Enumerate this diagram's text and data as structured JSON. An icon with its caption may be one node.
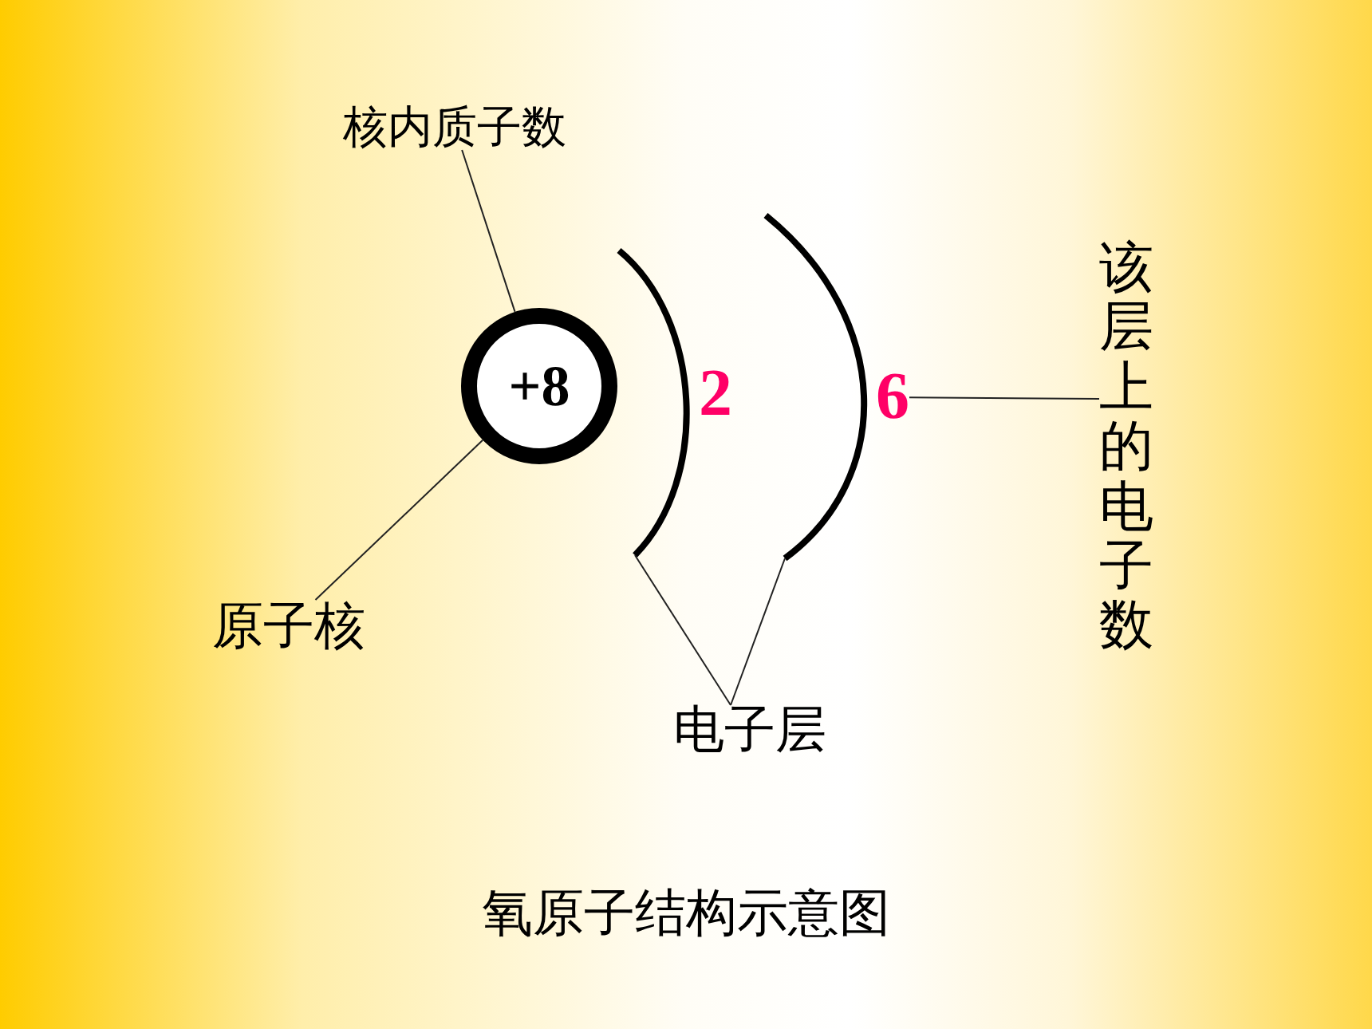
{
  "diagram": {
    "caption": "氧原子结构示意图",
    "nodes": [
      {
        "text": [
          "核内质子数"
        ]
      },
      {
        "text": [
          "+8"
        ]
      },
      {
        "text": [
          "原子核"
        ]
      },
      {
        "text": [],
        "shape": "arc"
      },
      {
        "text": [],
        "shape": "arc"
      },
      {
        "text": [
          "6"
        ]
      },
      {
        "text": [
          "电子层"
        ]
      },
      {
        "text": [
          "该层上的电子数"
        ]
      }
    ],
    "edges": [
      {
        "from": 0,
        "to": 1,
        "arrow": "none"
      },
      {
        "from": 2,
        "to": 1,
        "arrow": "none"
      },
      {
        "from": 6,
        "to": 3,
        "arrow": "none"
      },
      {
        "from": 6,
        "to": 4,
        "arrow": "none"
      },
      {
        "from": 7,
        "to": 5,
        "arrow": "none"
      }
    ],
    "labels": [
      "2"
    ]
  }
}
